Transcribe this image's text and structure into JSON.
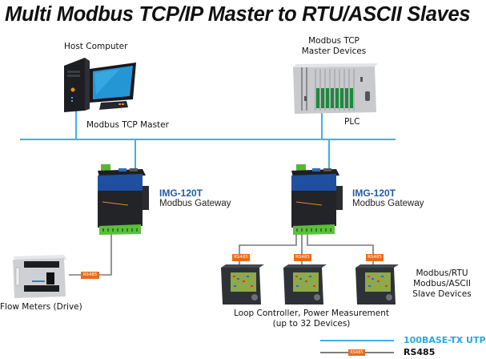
{
  "title": "Multi Modbus TCP/IP Master to RTU/ASCII Slaves",
  "host": {
    "label": "Host Computer",
    "role": "Modbus TCP Master",
    "icon": "desktop-computer-icon"
  },
  "plc": {
    "label_line1": "Modbus TCP",
    "label_line2": "Master Devices",
    "name": "PLC",
    "icon": "plc-rack-icon"
  },
  "gateways": [
    {
      "model": "IMG-120T",
      "desc": "Modbus Gateway",
      "icon": "modbus-gateway-icon"
    },
    {
      "model": "IMG-120T",
      "desc": "Modbus Gateway",
      "icon": "modbus-gateway-icon"
    }
  ],
  "flow_meter": {
    "label": "Flow Meters (Drive)",
    "link_tag": "RS485",
    "icon": "flow-meter-drive-icon"
  },
  "slaves": {
    "link_tags": [
      "RS485",
      "RS485",
      "RS485"
    ],
    "label_line1": "Loop Controller, Power Measurement",
    "label_line2": "(up to 32 Devices)",
    "side_line1": "Modbus/RTU",
    "side_line2": "Modbus/ASCII",
    "side_line3": "Slave Devices",
    "icon": "loop-controller-icon"
  },
  "legend": {
    "utp_label": "100BASE-TX UTP",
    "rs485_label": "RS485",
    "rs485_tag": "RS485"
  },
  "colors": {
    "utp_line": "#3db1e6",
    "rs485_line": "#7a7a7a",
    "rs485_tag": "#ec6a1a",
    "gateway_model": "#1e5ba8",
    "legend_utp_text": "#2aa7df"
  }
}
